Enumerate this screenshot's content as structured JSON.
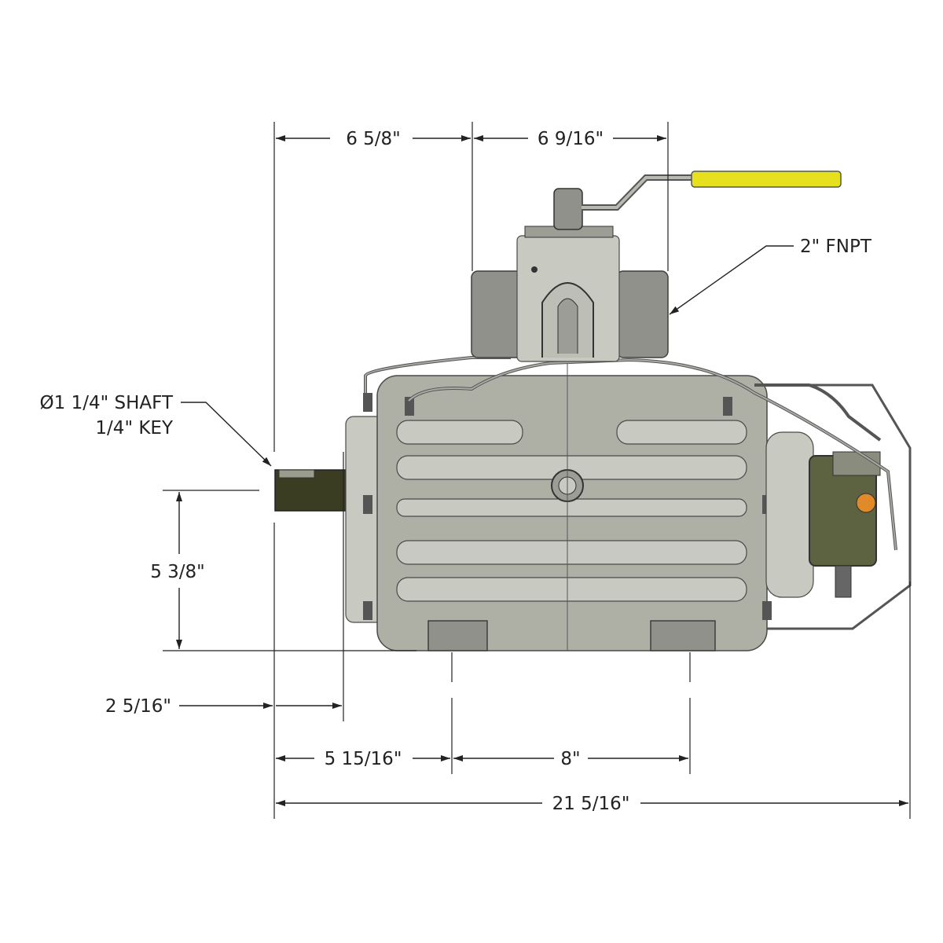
{
  "dimensions": {
    "top_left": "6 5/8\"",
    "top_right": "6 9/16\"",
    "port": "2\" FNPT",
    "shaft_line1": "Ø1 1/4\" SHAFT",
    "shaft_line2": "1/4\" KEY",
    "shaft_height": "5 3/8\"",
    "shaft_length": "2 5/16\"",
    "foot_offset": "5 15/16\"",
    "foot_spacing": "8\"",
    "overall_length": "21 5/16\""
  },
  "colors": {
    "handle": "#e6e01e",
    "body": "#aeb0a6",
    "shaft": "#3b3d22",
    "gearbox": "#5d6240",
    "fitting": "#e08a2a"
  }
}
